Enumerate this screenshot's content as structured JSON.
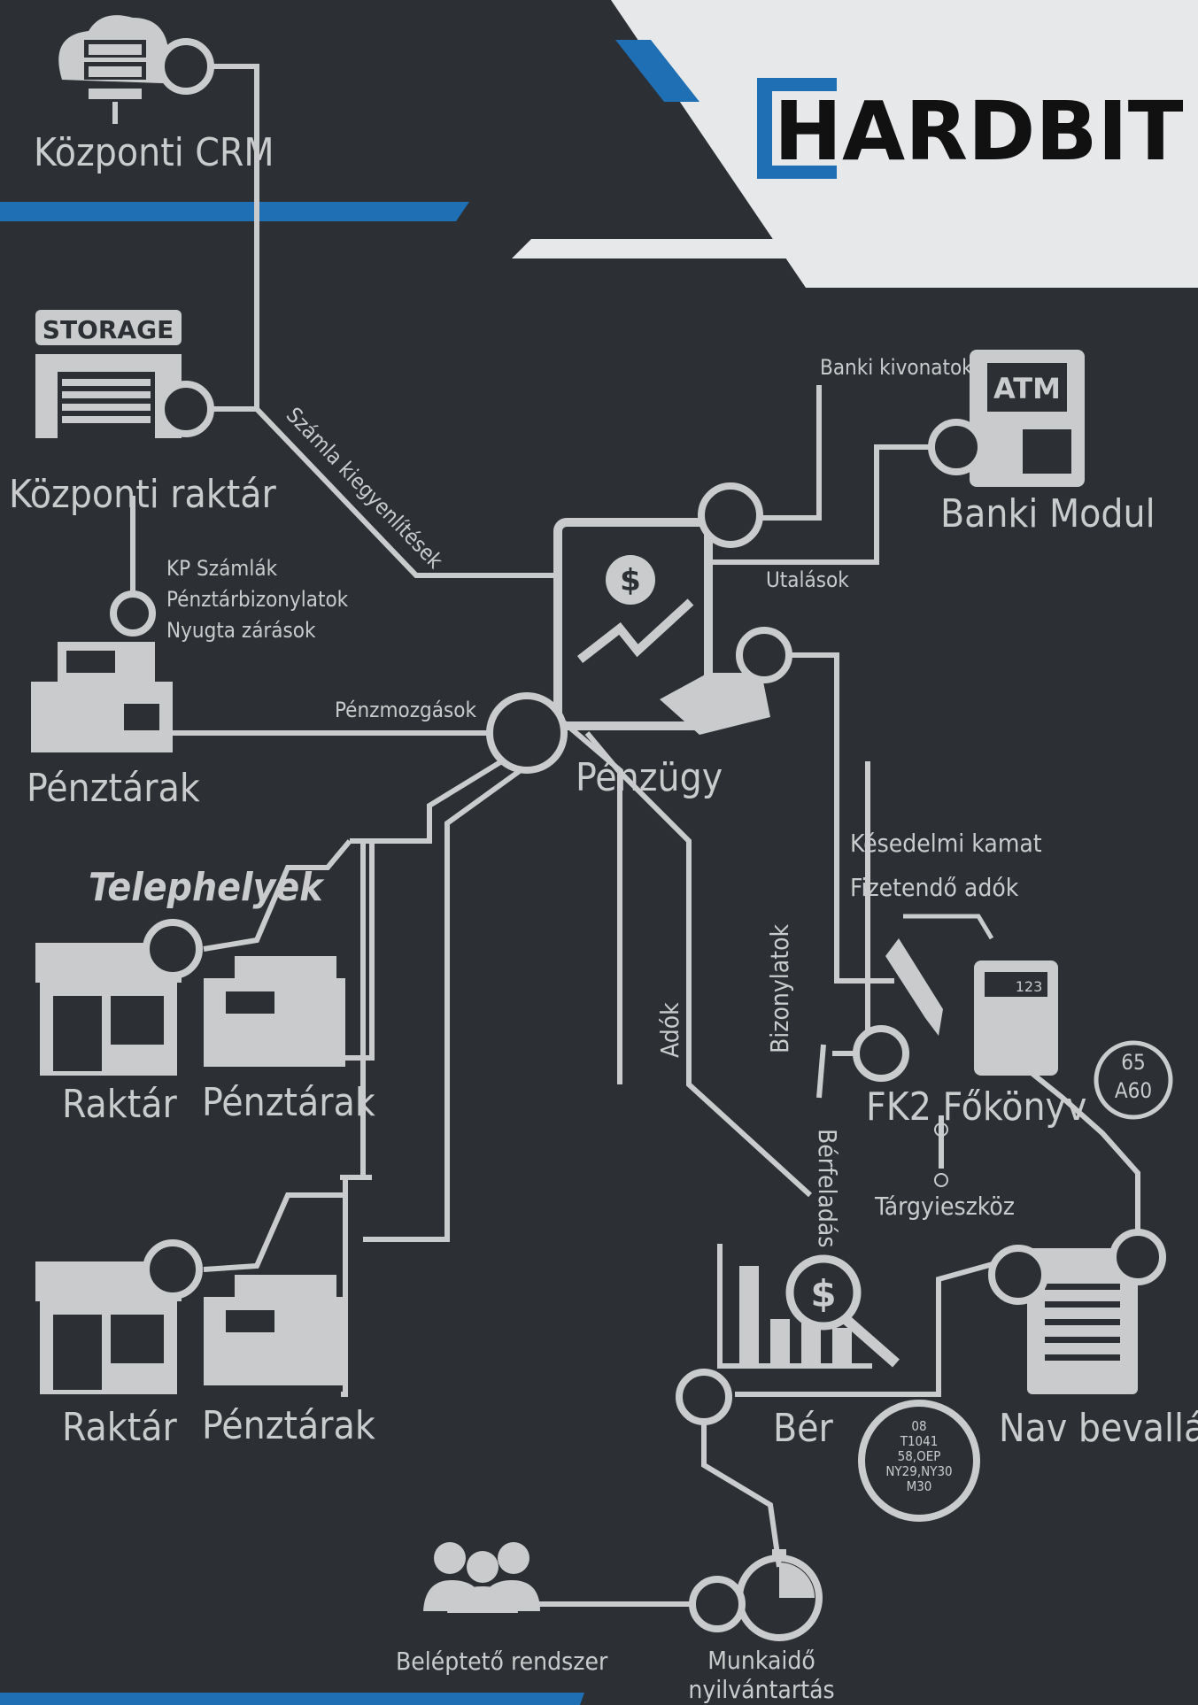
{
  "brand": {
    "logo_text": "HARDBIT",
    "accent": "#1f6fb5",
    "background": "#2c2f33",
    "line_color": "#c9cbcc"
  },
  "nodes": {
    "kozponti_crm": "Központi CRM",
    "storage_sign": "STORAGE",
    "kozponti_raktar": "Központi raktár",
    "penztarak_top": "Pénztárak",
    "banki_modul": "Banki Modul",
    "atm_sign": "ATM",
    "penzugy": "Pénzügy",
    "telephelyek": "Telephelyek",
    "raktar_1": "Raktár",
    "penztarak_1": "Pénztárak",
    "raktar_2": "Raktár",
    "penztarak_2": "Pénztárak",
    "fk2": "FK2 Főkönyv",
    "targyieszkoz": "Tárgyieszköz",
    "ber": "Bér",
    "nav": "Nav bevallás",
    "beleptetos": "Beléptető rendszer",
    "munkaido_1": "Munkaidő",
    "munkaido_2": "nyilvántartás",
    "calculator_display": "123"
  },
  "edges": {
    "szamla": "Számla kiegyenlítések",
    "kp_1": "KP Számlák",
    "kp_2": "Pénztárbizonylatok",
    "kp_3": "Nyugta zárások",
    "penzmozgasok": "Pénzmozgások",
    "banki_kivonatok": "Banki kivonatok",
    "utalasok": "Utalások",
    "kesedelmi": "Késedelmi kamat",
    "fizetendo": "Fizetendő adók",
    "adok": "Adók",
    "bizonylatok": "Bizonylatok",
    "berfeladas": "Bérfeladás"
  },
  "badges": {
    "fk2_badge_1": "65",
    "fk2_badge_2": "A60",
    "nav_codes": [
      "08",
      "T1041",
      "58,OEP",
      "NY29,NY30",
      "M30"
    ]
  }
}
